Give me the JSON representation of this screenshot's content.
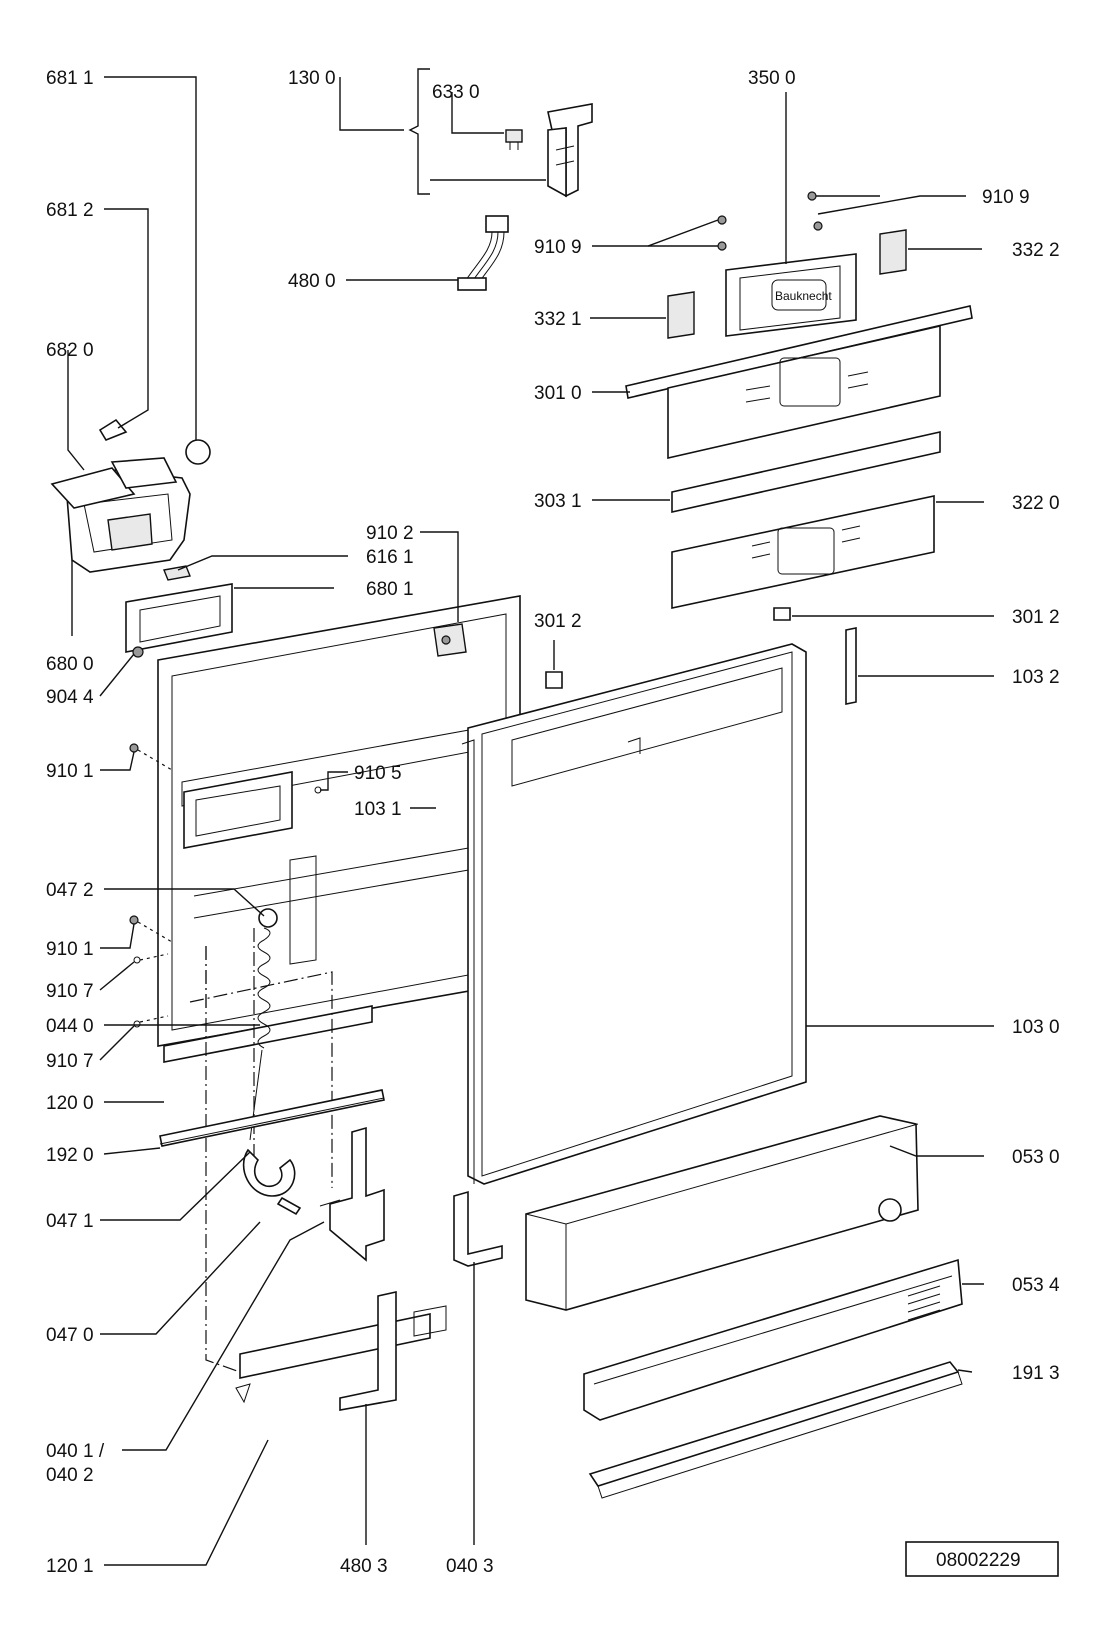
{
  "labels": {
    "p6811": "681 1",
    "p1300": "130 0",
    "p6330": "633 0",
    "p3500": "350 0",
    "p9109a": "910 9",
    "p9109b": "910 9",
    "p6812": "681 2",
    "p4800": "480 0",
    "p3322": "332 2",
    "p3321": "332 1",
    "p6820": "682 0",
    "p3010": "301 0",
    "p3031": "303 1",
    "p3220": "322 0",
    "p9102": "910 2",
    "p6161": "616 1",
    "p6801": "680 1",
    "p3012a": "301 2",
    "p3012b": "301 2",
    "p6800": "680 0",
    "p9044": "904 4",
    "p1032": "103 2",
    "p9101a": "910 1",
    "p9105": "910 5",
    "p1031": "103 1",
    "p0472": "047 2",
    "p9101b": "910 1",
    "p9107a": "910 7",
    "p0440": "044 0",
    "p9107b": "910 7",
    "p1030": "103 0",
    "p1200": "120 0",
    "p1920": "192 0",
    "p0530": "053 0",
    "p0471": "047 1",
    "p0534": "053 4",
    "p0470": "047 0",
    "p1913": "191 3",
    "p0401": "040 1 /",
    "p0402": "040 2",
    "p1201": "120 1",
    "p4803": "480 3",
    "p0403": "040 3"
  },
  "panel_logo": "Bauknecht",
  "document_number": "08002229"
}
